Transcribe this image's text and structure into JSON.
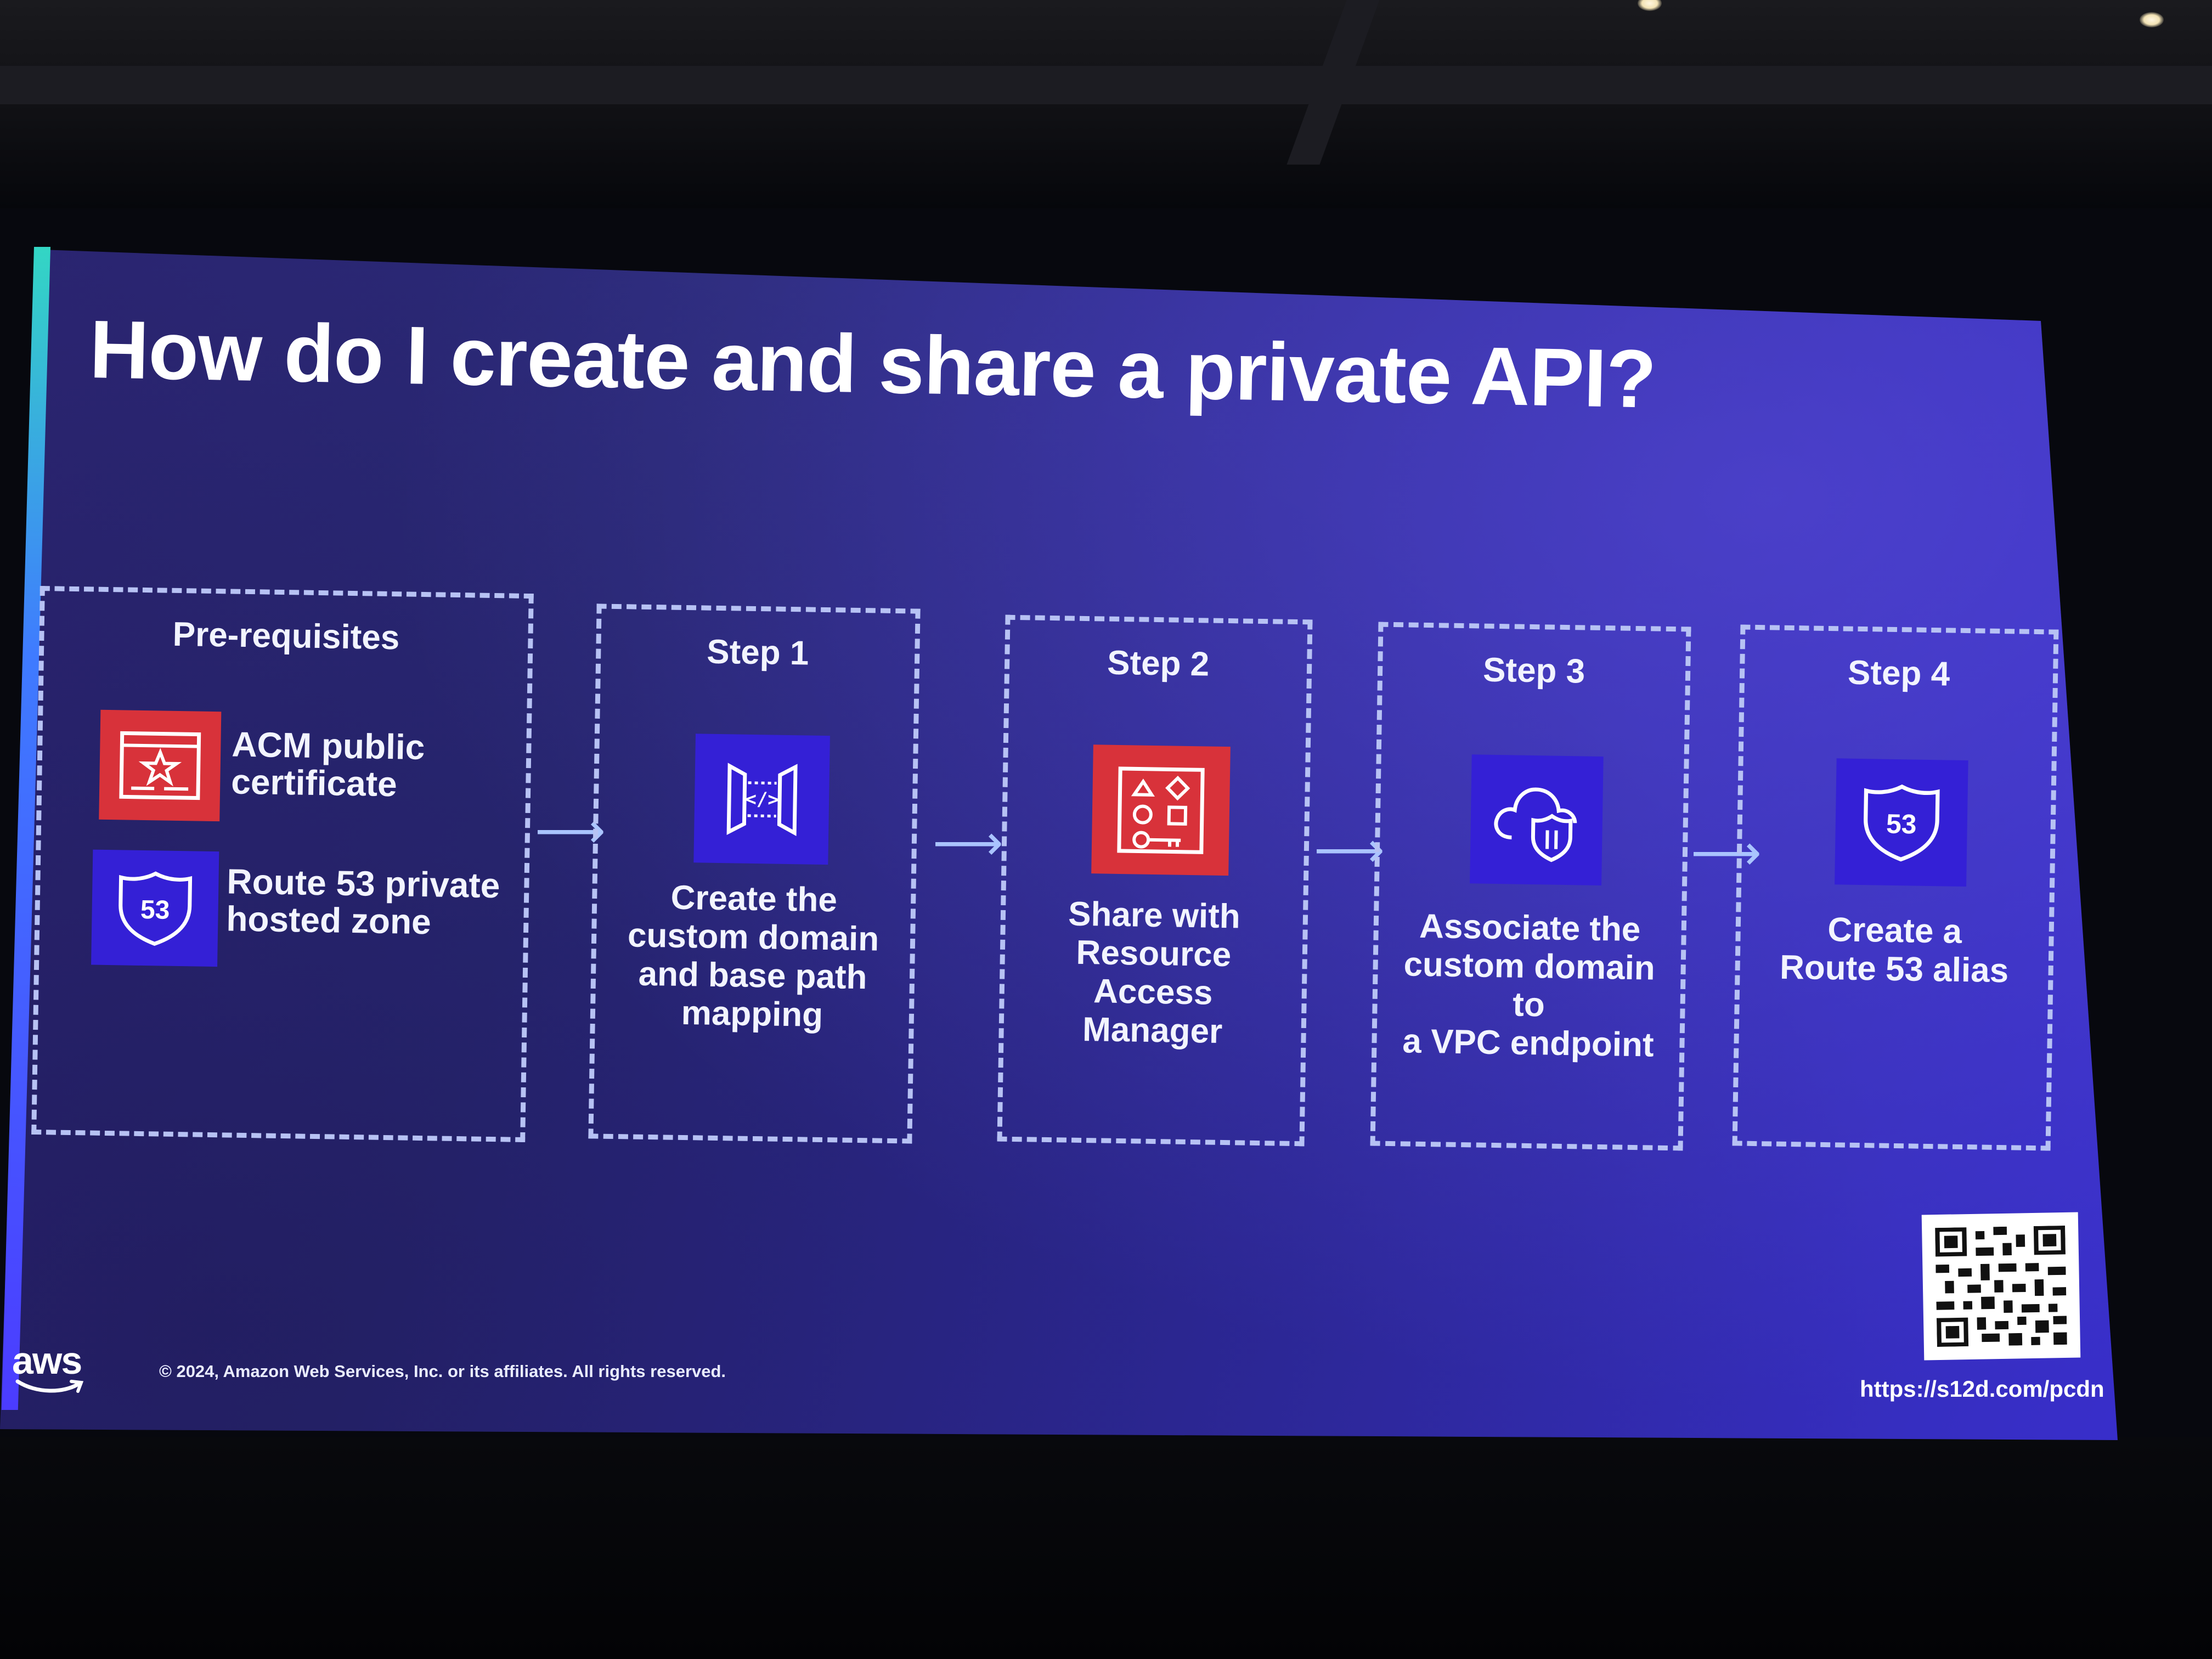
{
  "title": "How do I create and share a private API?",
  "prerequisites": {
    "heading": "Pre-requisites",
    "items": [
      {
        "icon": "acm-certificate-icon",
        "label_line1": "ACM public",
        "label_line2": "certificate"
      },
      {
        "icon": "route53-icon",
        "badge": "53",
        "label_line1": "Route 53 private",
        "label_line2": "hosted zone"
      }
    ]
  },
  "steps": [
    {
      "heading": "Step 1",
      "icon": "api-gateway-endpoint-icon",
      "text": "Create the\ncustom domain\nand base path\nmapping"
    },
    {
      "heading": "Step 2",
      "icon": "resource-access-manager-icon",
      "text": "Share with\nResource Access\nManager"
    },
    {
      "heading": "Step 3",
      "icon": "cloud-shield-icon",
      "text": "Associate the\ncustom domain to\na VPC endpoint"
    },
    {
      "heading": "Step 4",
      "icon": "route53-icon",
      "badge": "53",
      "text": "Create a\nRoute 53 alias"
    }
  ],
  "footer": {
    "logo": "aws",
    "copyright": "© 2024, Amazon Web Services, Inc. or its affiliates. All rights reserved.",
    "url": "https://s12d.com/pcdn"
  },
  "colors": {
    "slide_background": "#2d2a86",
    "icon_blue": "#3420d6",
    "icon_red": "#d8323a",
    "text": "#f2f4ff",
    "dashed_border": "#b7c2f4"
  }
}
